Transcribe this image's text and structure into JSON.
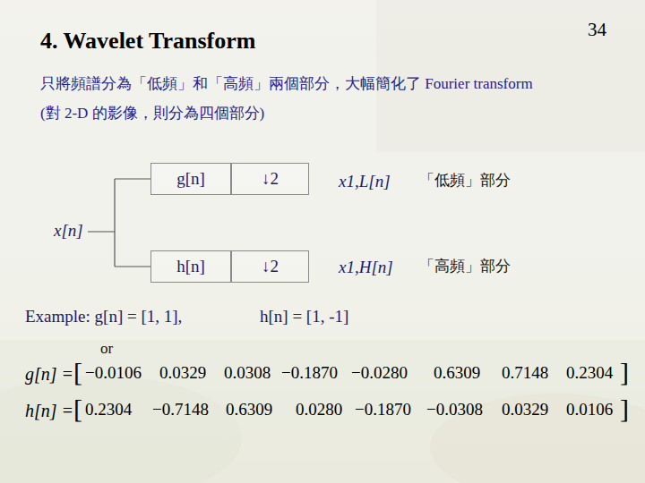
{
  "diagram": {
    "title": "4. Wavelet Transform",
    "nodes": [
      {
        "text": [
          "g[n]"
        ]
      },
      {
        "text": [
          "↓2"
        ]
      },
      {
        "text": [
          "h[n]"
        ]
      },
      {
        "text": [
          "↓2"
        ]
      }
    ],
    "labels": [
      "34",
      "只將頻譜分為「低頻」和「高頻」兩個部分，大幅簡化了 Fourier transform",
      "(對 2-D 的影像，則分為四個部分)",
      "x[n]",
      "x1,L[n]",
      "「低頻」部分",
      "x1,H[n]",
      "「高頻」部分",
      "Example: g[n] = [1, 1],",
      "h[n] = [1, -1]",
      "or",
      "g[n] =",
      "[",
      "−0.0106",
      "0.0329",
      "0.0308",
      "−0.1870",
      "−0.0280",
      "0.6309",
      "0.7148",
      "0.2304",
      "]",
      "h[n] =",
      "[",
      "0.2304",
      "−0.7148",
      "0.6309",
      "0.0280",
      "−0.1870",
      "−0.0308",
      "0.0329",
      "0.0106",
      "]"
    ]
  }
}
